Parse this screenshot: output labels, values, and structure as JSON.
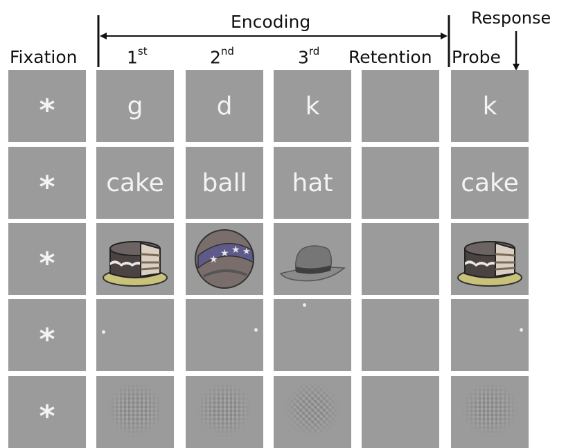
{
  "header": {
    "encoding": "Encoding",
    "response": "Response",
    "columns": [
      {
        "label": "Fixation",
        "sup": ""
      },
      {
        "label": "1",
        "sup": "st"
      },
      {
        "label": "2",
        "sup": "nd"
      },
      {
        "label": "3",
        "sup": "rd"
      },
      {
        "label": "Retention",
        "sup": ""
      },
      {
        "label": "Probe",
        "sup": ""
      }
    ]
  },
  "rows": [
    {
      "kind": "letter",
      "fixation": "*",
      "items": [
        "g",
        "d",
        "k",
        "",
        "k"
      ]
    },
    {
      "kind": "word",
      "fixation": "*",
      "items": [
        "cake",
        "ball",
        "hat",
        "",
        "cake"
      ]
    },
    {
      "kind": "picture",
      "fixation": "*",
      "items": [
        "cake-picture",
        "ball-picture",
        "hat-picture",
        "",
        "cake-picture"
      ]
    },
    {
      "kind": "location",
      "fixation": "*",
      "items": [
        "dot-left",
        "dot-right",
        "dot-top",
        "",
        "dot-right"
      ]
    },
    {
      "kind": "texture",
      "fixation": "*",
      "items": [
        "grating",
        "grating",
        "grating",
        "",
        "grating"
      ]
    }
  ],
  "colors": {
    "cell": "#9b9b9b",
    "stimulus": "#f3f3f3",
    "text": "#111111"
  }
}
